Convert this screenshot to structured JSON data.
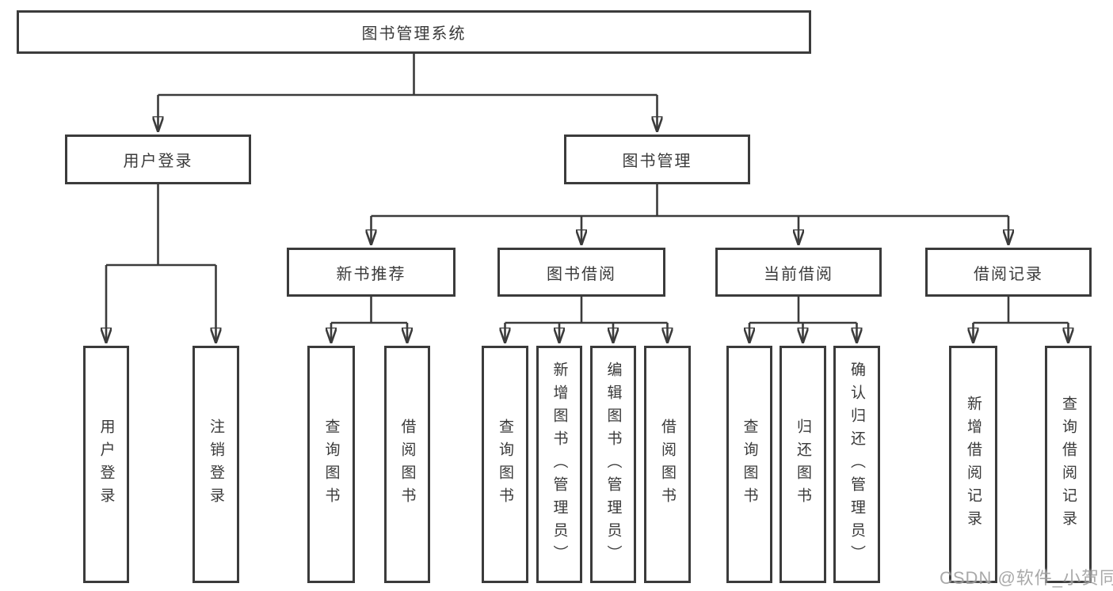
{
  "diagram": {
    "title": "图书管理系统",
    "root": {
      "label": "图书管理系统"
    },
    "branches": [
      {
        "label": "用户登录"
      },
      {
        "label": "图书管理"
      }
    ],
    "sections": [
      {
        "label": "新书推荐"
      },
      {
        "label": "图书借阅"
      },
      {
        "label": "当前借阅"
      },
      {
        "label": "借阅记录"
      }
    ],
    "leaves": [
      {
        "label": "用户登录",
        "parent": "用户登录"
      },
      {
        "label": "注销登录",
        "parent": "用户登录"
      },
      {
        "label": "查询图书",
        "parent": "新书推荐"
      },
      {
        "label": "借阅图书",
        "parent": "新书推荐"
      },
      {
        "label": "查询图书",
        "parent": "图书借阅"
      },
      {
        "label": "新增图书（管理员）",
        "parent": "图书借阅"
      },
      {
        "label": "编辑图书（管理员）",
        "parent": "图书借阅"
      },
      {
        "label": "借阅图书",
        "parent": "图书借阅"
      },
      {
        "label": "查询图书",
        "parent": "当前借阅"
      },
      {
        "label": "归还图书",
        "parent": "当前借阅"
      },
      {
        "label": "确认归还（管理员）",
        "parent": "当前借阅"
      },
      {
        "label": "新增借阅记录",
        "parent": "借阅记录"
      },
      {
        "label": "查询借阅记录",
        "parent": "借阅记录"
      }
    ]
  },
  "watermark": "CSDN @软件_小贺同学",
  "colors": {
    "line": "#3b3b3b",
    "box_background": "#ffffff",
    "text": "#3a3a3a",
    "watermark": "#969696"
  }
}
